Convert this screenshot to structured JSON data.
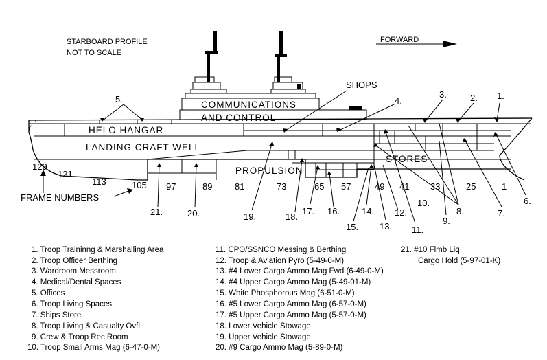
{
  "title": {
    "line1": "STARBOARD PROFILE",
    "line2": "NOT TO SCALE"
  },
  "forward_label": "FORWARD",
  "compartments": {
    "shops": "SHOPS",
    "comm1": "COMMUNICATIONS",
    "comm2": "AND CONTROL",
    "helo": "HELO HANGAR",
    "well": "LANDING CRAFT WELL",
    "propulsion": "PROPULSION",
    "stores": "STORES"
  },
  "frame_numbers_label": "FRAME NUMBERS",
  "frame_numbers": [
    "129",
    "121",
    "113",
    "105",
    "97",
    "89",
    "81",
    "73",
    "65",
    "57",
    "49",
    "41",
    "33",
    "25",
    "1"
  ],
  "callouts": [
    "1.",
    "2.",
    "3.",
    "4.",
    "5.",
    "6.",
    "7.",
    "8.",
    "9.",
    "10.",
    "11.",
    "12.",
    "13.",
    "14.",
    "15.",
    "16.",
    "17.",
    "18.",
    "19.",
    "20.",
    "21."
  ],
  "legend": {
    "col1": [
      "1.  Troop Traininng & Marshalling Area",
      "2.  Troop Officer Berthing",
      "3.  Wardroom Messroom",
      "4.  Medical/Dental Spaces",
      "5.  Offices",
      "6.  Troop Living Spaces",
      "7.  Ships Store",
      "8.  Troop Living & Casualty Ovfl",
      "9.  Crew & Troop Rec Room",
      "10. Troop Small Arms Mag (6-47-0-M)"
    ],
    "col2": [
      "11.  CPO/SSNCO Messing & Berthing",
      "12.  Troop & Aviation Pyro (5-49-0-M)",
      "13.  #4 Lower Cargo Ammo Mag Fwd (6-49-0-M)",
      "14.  #4 Upper Cargo Ammo Mag (5-49-01-M)",
      "15.  White Phosphorous Mag (6-51-0-M)",
      "16.  #5 Lower Cargo Ammo Mag (6-57-0-M)",
      "17.  #5 Upper Cargo Ammo Mag (5-57-0-M)",
      "18.  Lower Vehicle Stowage",
      "19.  Upper Vehicle Stowage",
      "20.  #9 Cargo Ammo Mag (5-89-0-M)"
    ],
    "col3": [
      "21.  #10 Flmb Liq",
      "Cargo Hold (5-97-01-K)"
    ]
  }
}
